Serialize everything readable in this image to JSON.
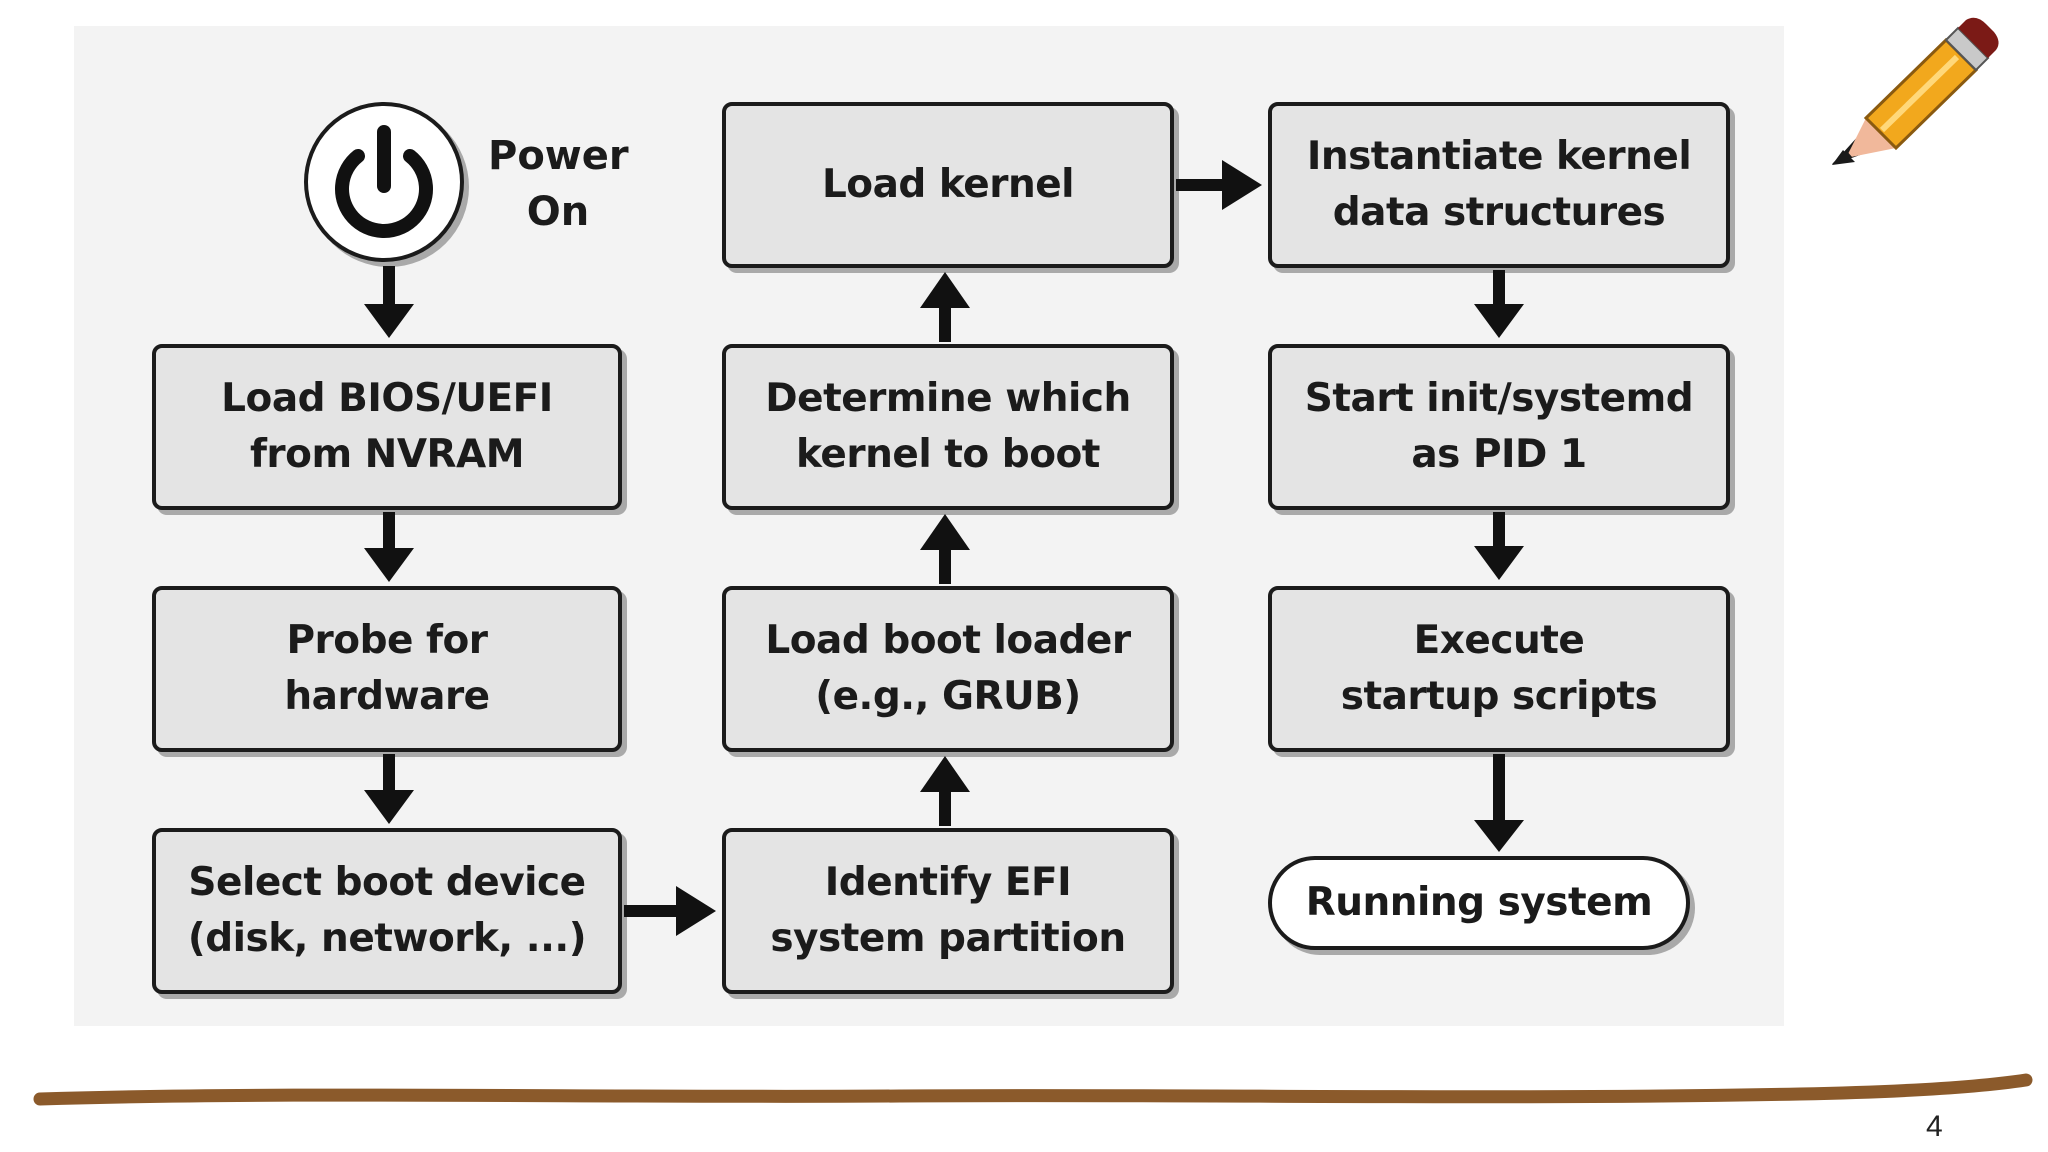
{
  "diagram": {
    "power": {
      "label": "Power\nOn"
    },
    "steps": {
      "load_bios": "Load BIOS/UEFI\nfrom NVRAM",
      "probe_hardware": "Probe for\nhardware",
      "select_boot_device": "Select boot device\n(disk, network, ...)",
      "identify_efi": "Identify EFI\nsystem partition",
      "load_boot_loader": "Load boot loader\n(e.g., GRUB)",
      "determine_kernel": "Determine which\nkernel to boot",
      "load_kernel": "Load kernel",
      "instantiate_kernel": "Instantiate kernel\ndata structures",
      "start_init": "Start init/systemd\nas PID 1",
      "execute_scripts": "Execute\nstartup scripts",
      "running_system": "Running system"
    }
  },
  "slide": {
    "page_number": "4"
  },
  "colors": {
    "box_fill": "#e4e4e4",
    "outline": "#1b1b1b",
    "panel_background": "#f3f3f3",
    "underline_brown": "#8b5a2b",
    "pencil_orange": "#f2a81d"
  },
  "icons": [
    "power-icon",
    "pencil-icon"
  ]
}
